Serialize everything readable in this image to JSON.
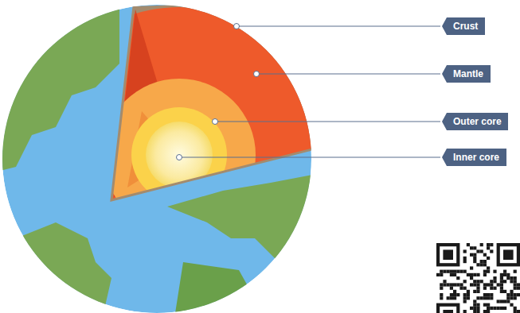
{
  "diagram": {
    "nodes": [
      {
        "text": [
          "Crust"
        ]
      },
      {
        "text": [
          "Mantle"
        ]
      },
      {
        "text": [
          "Outer core"
        ]
      },
      {
        "text": [
          "Inner core"
        ]
      }
    ]
  }
}
